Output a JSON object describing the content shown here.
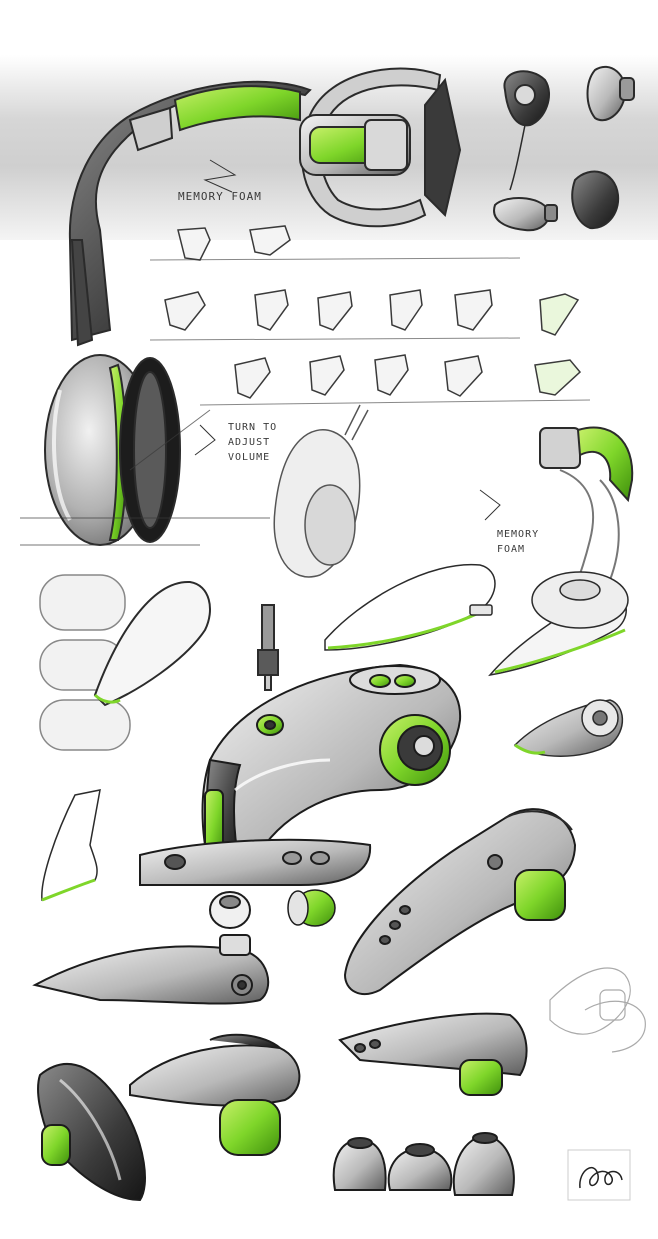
{
  "annotations": {
    "memory_foam_top": "MEMORY FOAM",
    "turn_to_adjust_line1": "TURN TO",
    "turn_to_adjust_line2": "ADJUST",
    "turn_to_adjust_line3": "VOLUME",
    "memory_foam_right_line1": "MEMORY",
    "memory_foam_right_line2": "FOAM"
  },
  "signature": {
    "text": "Bcd",
    "kind": "handwritten-signature"
  },
  "colors": {
    "accent_green": "#7fd62a",
    "accent_green_dark": "#4fa312",
    "ink": "#2b2b2b",
    "shade_gray": "#8c8c8c",
    "top_band_gray": "#dcdcdc",
    "paper": "#ffffff"
  }
}
